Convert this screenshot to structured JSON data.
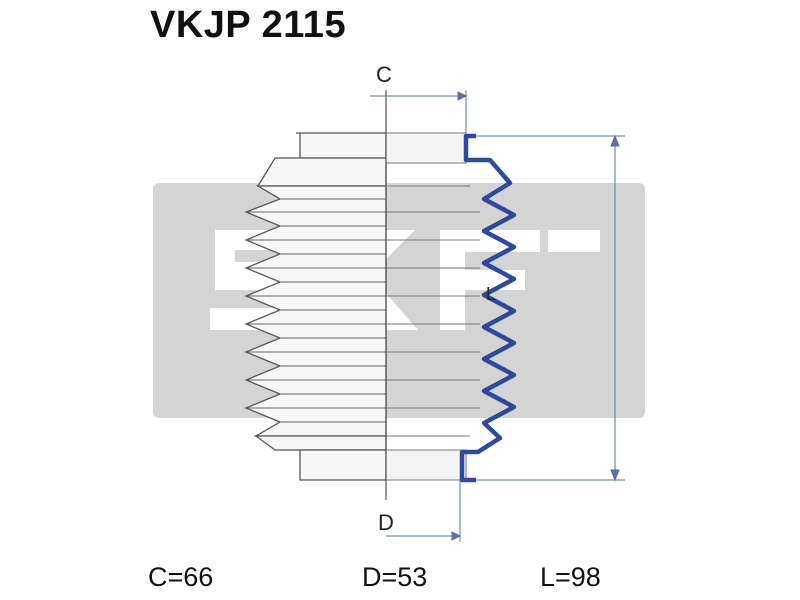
{
  "title": "VKJP 2115",
  "brand_watermark": "SKF",
  "dimension_labels": {
    "c": "C",
    "d": "D",
    "l": "L"
  },
  "specs": [
    {
      "label": "C=66"
    },
    {
      "label": "D=53"
    },
    {
      "label": "L=98"
    }
  ],
  "colors": {
    "profile": "#2e4a9e",
    "dimension_line": "#5a6fa8",
    "outline": "#555555",
    "watermark": "#d2d2d2"
  }
}
